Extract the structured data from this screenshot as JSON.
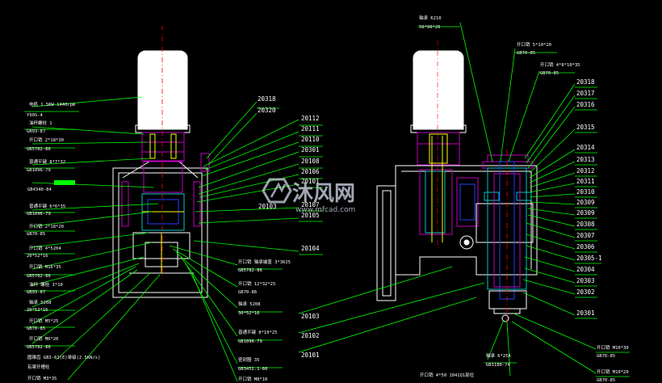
{
  "colors": {
    "background": "#000000",
    "outline": "#ffffff",
    "leader": "#00ff00",
    "centerline": "#ff0000",
    "purple": "#c000c0",
    "cyan": "#00c8c8",
    "yellow": "#ffff00",
    "blue": "#2040ff"
  },
  "watermark": {
    "brand": "沐风网",
    "url": "www.mfcad.com"
  },
  "left_view": {
    "left_labels": [
      "电机 1.5KW 1440rpm",
      "Y90S-4",
      "油杯螺栓 1",
      "GB93-87",
      "开口销 2*18*30",
      "GB5782-86",
      "普通平键 8*7*32",
      "GB1096-79",
      "GB4340-84",
      "普通平键 6*6*35",
      "GB1096-79",
      "开口销 2*18*20",
      "GB70-85",
      "开口销 4*5204",
      "20*52*16",
      "开口销 M16*35",
      "GB5782-86",
      "油杯 螺栓 1*10",
      "GB93-87",
      "轴承 5208",
      "20*52*16",
      "开口销 M5*25",
      "GB70-85",
      "开口销 M6*20",
      "GB5782-86",
      "圆锥齿 GB3-61(E)单级(2.5kN/s)",
      "有罩开槽柱",
      "开口销 M3*35"
    ],
    "top_labels": [
      "20318",
      "20320"
    ],
    "right_labels": [
      "20112",
      "20111",
      "20110",
      "20301",
      "20108",
      "20106",
      "20101",
      "20103",
      "20107",
      "20105",
      "20104"
    ],
    "bottom_labels": [
      "开口销 轴承端盖 3*3625",
      "GB5782-86",
      "开口销 12*32*25",
      "GB70-86",
      "轴承 5208",
      "30*52*16",
      "普通平键 8*10*25",
      "GB1096-79",
      "密封圈 35",
      "GB3452.1-86",
      "开口销 M8*10"
    ]
  },
  "right_view": {
    "top_labels": [
      "轴承 6210",
      "50*90*20"
    ],
    "top_right_labels": [
      "开口销 5*10*20",
      "GB70-85",
      "开口销 4*8*10*35",
      "GB70-85"
    ],
    "right_labels": [
      "20318",
      "20317",
      "20316",
      "20315",
      "20314",
      "20313",
      "20312",
      "20311",
      "20310",
      "20309",
      "20309",
      "20308",
      "20307",
      "20306",
      "20305-1",
      "20304",
      "20303",
      "20302",
      "20301"
    ],
    "bottom_left_labels": [
      "20103",
      "20102",
      "20101"
    ],
    "bottom_center_labels": [
      "轴承 6*25A",
      "GB1180-74",
      "开口销 4*50 1041Q1部位"
    ],
    "bottom_right_labels": [
      "开口销 M10*30",
      "GB70-85",
      "开口销 M10*20",
      "GB70-85"
    ]
  }
}
